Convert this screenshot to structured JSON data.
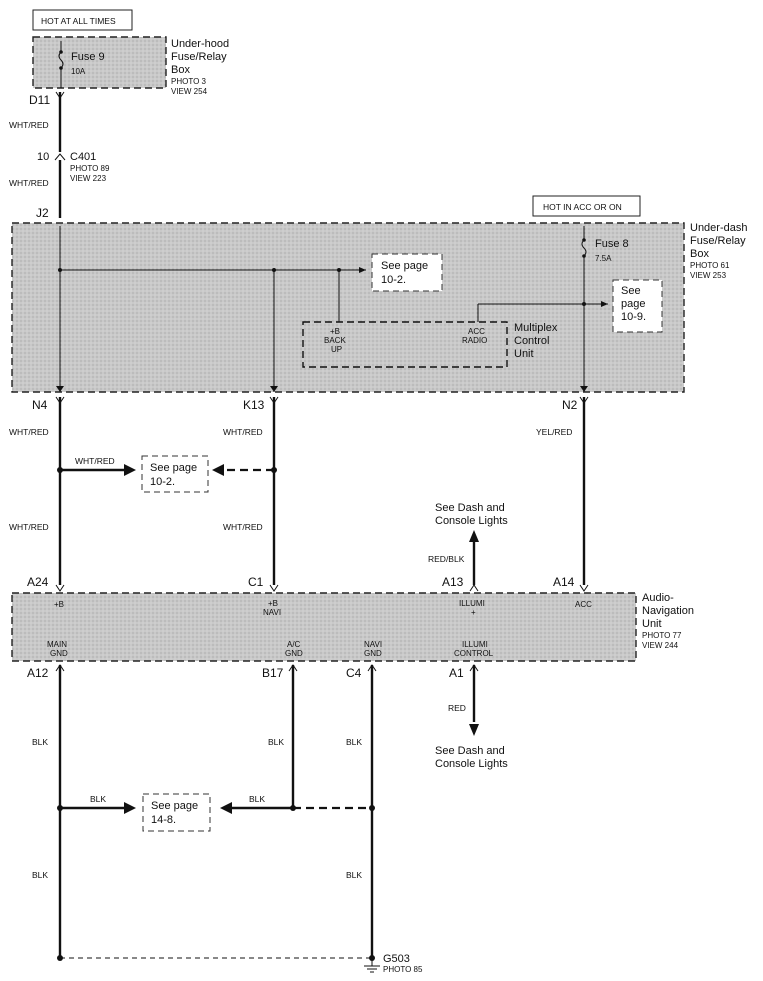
{
  "hot_labels": {
    "top": "HOT AT ALL TIMES",
    "acc": "HOT IN ACC OR ON"
  },
  "underhood_box": {
    "fuse_name": "Fuse 9",
    "fuse_rating": "10A",
    "name_1": "Under-hood",
    "name_2": "Fuse/Relay",
    "name_3": "Box",
    "photo": "PHOTO 3",
    "view": "VIEW 254"
  },
  "connector_c401": {
    "pin": "10",
    "name": "C401",
    "photo": "PHOTO 89",
    "view": "VIEW 223"
  },
  "underdash_box": {
    "fuse_name": "Fuse 8",
    "fuse_rating": "7.5A",
    "name_1": "Under-dash",
    "name_2": "Fuse/Relay",
    "name_3": "Box",
    "photo": "PHOTO 61",
    "view": "VIEW 253",
    "ref_a_1": "See page",
    "ref_a_2": "10-2.",
    "ref_b_1": "See",
    "ref_b_2": "page",
    "ref_b_3": "10-9."
  },
  "multiplex_unit": {
    "name_1": "Multiplex",
    "name_2": "Control",
    "name_3": "Unit",
    "pin_b_1": "+B",
    "pin_b_2": "BACK",
    "pin_b_3": "UP",
    "pin_acc_1": "ACC",
    "pin_acc_2": "RADIO"
  },
  "pins": {
    "d11": "D11",
    "j2": "J2",
    "n4": "N4",
    "k13": "K13",
    "n2": "N2",
    "a24": "A24",
    "c1": "C1",
    "a13": "A13",
    "a14": "A14",
    "a12": "A12",
    "b17": "B17",
    "c4": "C4",
    "a1": "A1"
  },
  "wire_colors": {
    "wht_red": "WHT/RED",
    "yel_red": "YEL/RED",
    "red_blk": "RED/BLK",
    "red": "RED",
    "blk": "BLK"
  },
  "refs": {
    "mid_1": "See page",
    "mid_2": "10-2.",
    "gnd_1": "See page",
    "gnd_2": "14-8."
  },
  "dash_lights": {
    "line_1": "See Dash and",
    "line_2": "Console Lights"
  },
  "audio_nav_unit": {
    "name_1": "Audio-",
    "name_2": "Navigation",
    "name_3": "Unit",
    "photo": "PHOTO 77",
    "view": "VIEW 244",
    "t_b": "+B",
    "t_navi_1": "+B",
    "t_navi_2": "NAVI",
    "t_illumi_1": "ILLUMI",
    "t_illumi_2": "+",
    "t_acc": "ACC",
    "t_main_1": "MAIN",
    "t_main_2": "GND",
    "t_ac_1": "A/C",
    "t_ac_2": "GND",
    "t_navigd_1": "NAVI",
    "t_navigd_2": "GND",
    "t_ctrl_1": "ILLUMI",
    "t_ctrl_2": "CONTROL"
  },
  "ground": {
    "name": "G503",
    "photo": "PHOTO 85"
  }
}
